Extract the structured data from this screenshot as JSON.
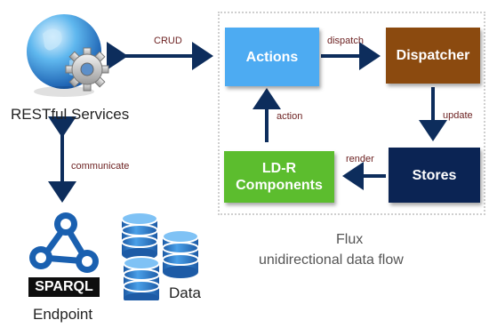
{
  "nodes": {
    "restful": "RESTful Services",
    "endpoint": "Endpoint",
    "data": "Data",
    "sparql": "SPARQL",
    "actions": "Actions",
    "dispatcher": "Dispatcher",
    "stores": "Stores",
    "ldr_line1": "LD-R",
    "ldr_line2": "Components"
  },
  "edges": {
    "crud": "CRUD",
    "communicate": "communicate",
    "dispatch": "dispatch",
    "update": "update",
    "render": "render",
    "action": "action"
  },
  "caption": {
    "line1": "Flux",
    "line2": "unidirectional data flow"
  },
  "colors": {
    "actions": "#4dabf2",
    "dispatcher": "#8b4a0f",
    "stores": "#0b2454",
    "ldr": "#5cbd2e",
    "arrow": "#0d2d5c"
  },
  "icons": [
    "globe-gear-icon",
    "sparql-logo-icon",
    "database-icon"
  ]
}
